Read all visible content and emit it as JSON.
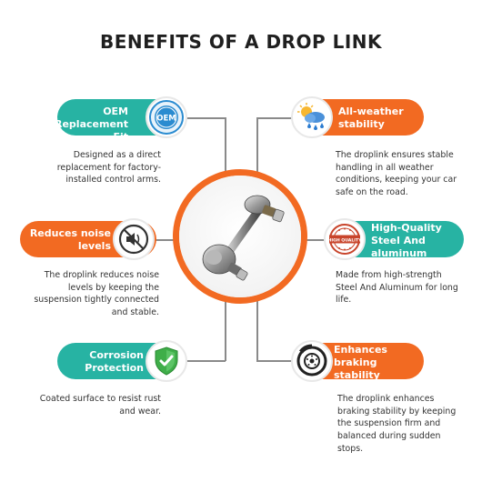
{
  "title": "BENEFITS OF A DROP LINK",
  "colors": {
    "teal": "#27b3a3",
    "orange": "#f26a22",
    "line": "#8a8a8a"
  },
  "benefits": [
    {
      "label_1": "OEM",
      "label_2": "Replacement Fit",
      "icon": "oem-badge-icon",
      "icon_text": "OEM",
      "desc_1": "Designed as a direct",
      "desc_2": "replacement for factory-",
      "desc_3": "installed control arms."
    },
    {
      "label_1": "All-weather",
      "label_2": "stability",
      "icon": "weather-icon",
      "desc_1": "The droplink ensures stable",
      "desc_2": "handling in all weather",
      "desc_3": "conditions, keeping your car",
      "desc_4": "safe on the road."
    },
    {
      "label_1": "Reduces noise",
      "label_2": "levels",
      "icon": "no-noise-icon",
      "desc_1": "The droplink reduces noise",
      "desc_2": "levels by keeping the",
      "desc_3": "suspension tightly connected",
      "desc_4": "and stable."
    },
    {
      "label_1": "High-Quality",
      "label_2": "Steel And",
      "label_3": "aluminum",
      "icon": "high-quality-stamp-icon",
      "icon_text": "HIGH QUALITY",
      "desc_1": "Made from high-strength",
      "desc_2": "Steel And Aluminum for long",
      "desc_3": "life."
    },
    {
      "label_1": "Corrosion",
      "label_2": "Protection",
      "icon": "shield-check-icon",
      "desc_1": "Coated surface to resist rust",
      "desc_2": "and wear."
    },
    {
      "label_1": "Enhances",
      "label_2": "braking",
      "label_3": "stability",
      "icon": "brake-disc-icon",
      "desc_1": "The droplink enhances",
      "desc_2": "braking stability by keeping",
      "desc_3": "the suspension firm and",
      "desc_4": "balanced during sudden",
      "desc_5": "stops."
    }
  ],
  "center_image": "drop-link-product"
}
